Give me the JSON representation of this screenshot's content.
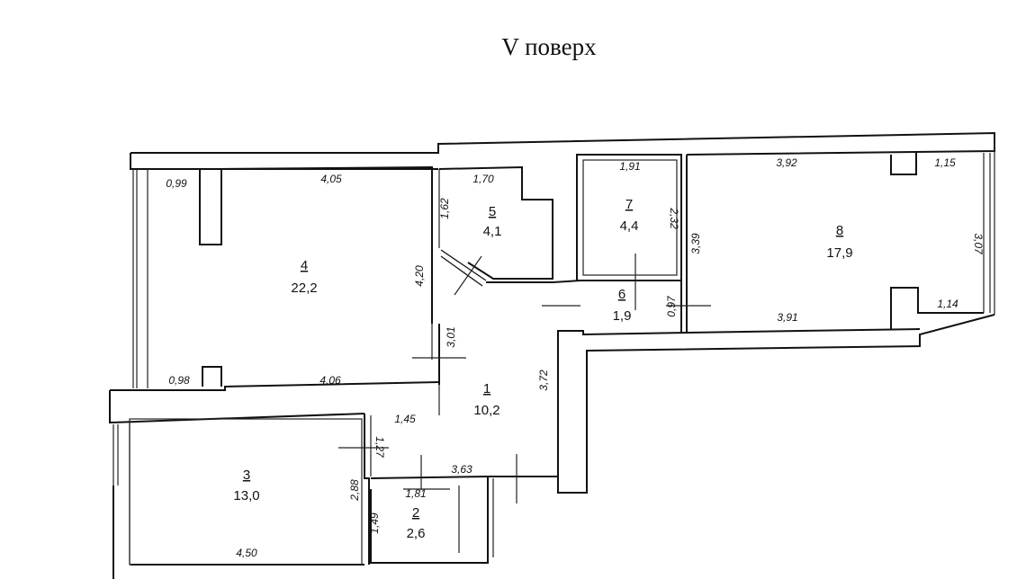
{
  "title": "V поверх",
  "rooms": [
    {
      "number": "1",
      "area": "10,2"
    },
    {
      "number": "2",
      "area": "2,6"
    },
    {
      "number": "3",
      "area": "13,0"
    },
    {
      "number": "4",
      "area": "22,2"
    },
    {
      "number": "5",
      "area": "4,1"
    },
    {
      "number": "6",
      "area": "1,9"
    },
    {
      "number": "7",
      "area": "4,4"
    },
    {
      "number": "8",
      "area": "17,9"
    }
  ],
  "dimensions": {
    "r4_top": "4,05",
    "r4_left_top": "0,99",
    "r4_right": "4,20",
    "r4_bottom": "4,06",
    "r4_left_bottom": "0,98",
    "r5_top": "1,70",
    "r5_left": "1,62",
    "r7_top": "1,91",
    "r7_right": "2,32",
    "r8_top": "3,92",
    "r8_right_top": "1,15",
    "r8_left": "3,39",
    "r8_right": "3,07",
    "r8_bottom": "3,91",
    "r8_right_bottom": "1,14",
    "r6_left": "0,97",
    "r1_left": "3,01",
    "r1_right": "3,72",
    "corr_top": "1,45",
    "corr_left": "1,27",
    "corr_bottom": "3,63",
    "r3_right": "2,88",
    "r3_bottom": "4,50",
    "r2_top": "1,81",
    "r2_left": "1,49"
  }
}
